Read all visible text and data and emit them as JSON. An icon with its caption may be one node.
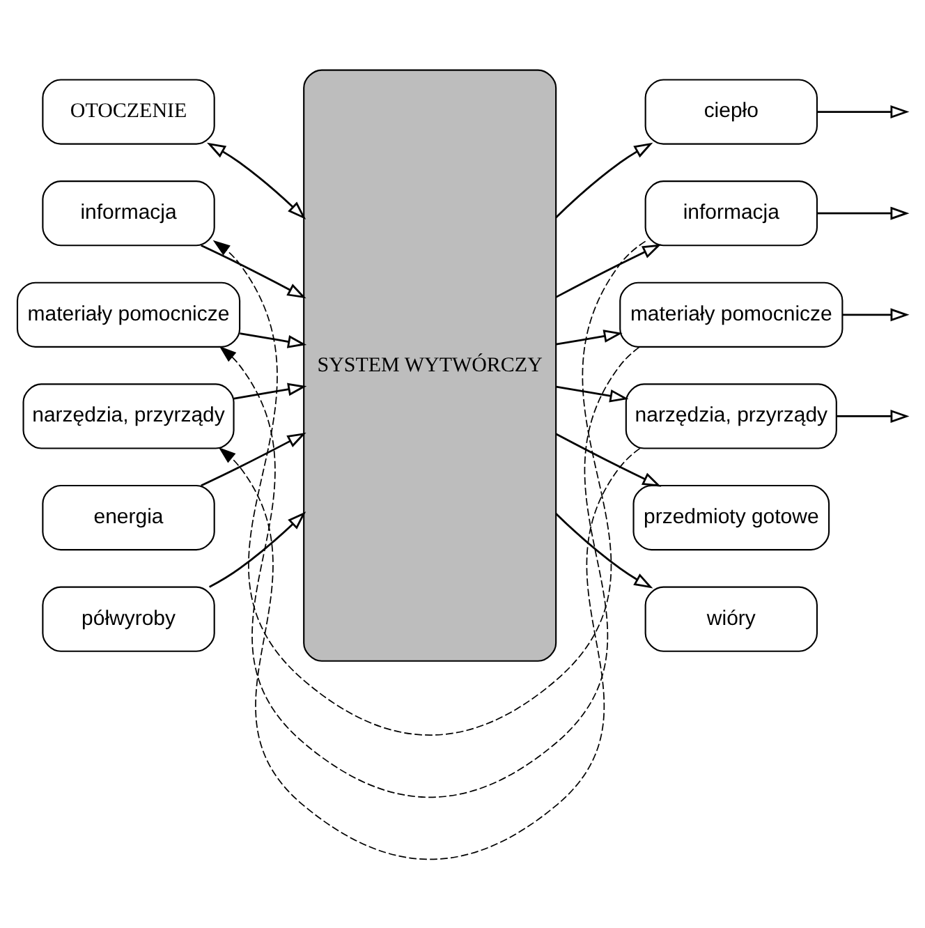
{
  "diagram": {
    "nodes": [
      {
        "text": [
          "OTOCZENIE"
        ]
      },
      {
        "text": [
          "energia"
        ]
      },
      {
        "text": [
          "informacja"
        ]
      },
      {
        "text": [
          "materiały pomocnicze"
        ]
      },
      {
        "text": [
          "narzędzia, przyrządy"
        ]
      },
      {
        "text": [
          "półwyroby"
        ]
      },
      {
        "text": [
          "SYSTEM WYTWÓRCZY"
        ]
      },
      {
        "text": [
          "ciepło"
        ]
      },
      {
        "text": [
          "informacja"
        ]
      },
      {
        "text": [
          "materiały pomocnicze"
        ]
      },
      {
        "text": [
          "narzędzia, przyrządy"
        ]
      },
      {
        "text": [
          "przedmioty gotowe"
        ]
      },
      {
        "text": [
          "wióry"
        ]
      }
    ],
    "edges": [
      {
        "from": 0,
        "to": 6,
        "arrow": "both"
      },
      {
        "from": 1,
        "to": 6,
        "arrow": "to"
      },
      {
        "from": 2,
        "to": 6,
        "arrow": "to"
      },
      {
        "from": 3,
        "to": 6,
        "arrow": "to"
      },
      {
        "from": 4,
        "to": 6,
        "arrow": "to"
      },
      {
        "from": 5,
        "to": 6,
        "arrow": "to"
      },
      {
        "from": 6,
        "to": 7,
        "arrow": "to"
      },
      {
        "from": 6,
        "to": 8,
        "arrow": "to"
      },
      {
        "from": 6,
        "to": 9,
        "arrow": "to"
      },
      {
        "from": 6,
        "to": 10,
        "arrow": "to"
      },
      {
        "from": 6,
        "to": 11,
        "arrow": "to"
      },
      {
        "from": 6,
        "to": 12,
        "arrow": "to"
      },
      {
        "from": 7,
        "to": null,
        "arrow": "to"
      },
      {
        "from": 8,
        "to": null,
        "arrow": "to"
      },
      {
        "from": 9,
        "to": null,
        "arrow": "to"
      },
      {
        "from": 10,
        "to": null,
        "arrow": "to"
      },
      {
        "from": 8,
        "to": 2,
        "arrow": "to",
        "style": "dashed"
      },
      {
        "from": 9,
        "to": 3,
        "arrow": "to",
        "style": "dashed"
      },
      {
        "from": 10,
        "to": 4,
        "arrow": "to",
        "style": "dashed"
      }
    ]
  }
}
